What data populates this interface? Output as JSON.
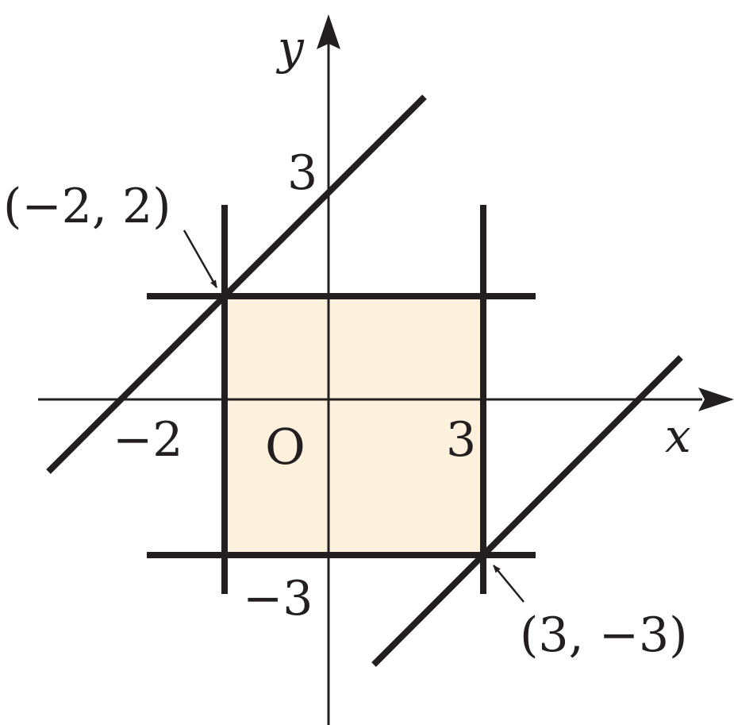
{
  "diagram": {
    "axes": {
      "x_label": "x",
      "y_label": "y",
      "origin_label": "O"
    },
    "tick_labels": {
      "x_neg": "−2",
      "x_pos": "3",
      "y_pos": "3",
      "y_neg": "−3"
    },
    "points": {
      "upper_left": "(−2, 2)",
      "lower_right": "(3, −3)"
    },
    "colors": {
      "region_fill": "#fdf0dc",
      "line": "#231f20"
    }
  }
}
